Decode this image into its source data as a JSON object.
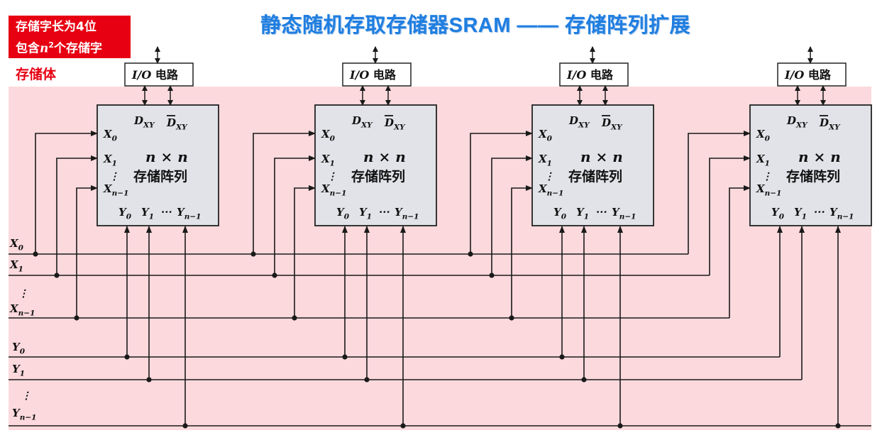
{
  "title": "静态随机存取存储器SRAM —— 存储阵列扩展",
  "note": {
    "line1": "存储字长为4位",
    "line2_prefix": "包含",
    "line2_var": "n",
    "line2_sup": "2",
    "line2_suffix": "个存储字"
  },
  "storage_body_label": "存储体",
  "io_box": {
    "label_italic": "I/O",
    "label_cjk": "电路"
  },
  "array_block": {
    "data_label": "D",
    "data_sub": "XY",
    "data_bar_label": "D",
    "size_label": "n × n",
    "name": "存储阵列",
    "x_inputs": [
      {
        "main": "X",
        "sub": "0"
      },
      {
        "main": "X",
        "sub": "1"
      },
      {
        "main": "X",
        "sub": "n−1"
      }
    ],
    "y_inputs": [
      {
        "main": "Y",
        "sub": "0"
      },
      {
        "main": "Y",
        "sub": "1"
      },
      {
        "main": "Y",
        "sub": "n−1"
      }
    ],
    "y_ellipsis": "···",
    "x_ellipsis": "⋮"
  },
  "block_count": 4,
  "bus_lines": {
    "x": [
      {
        "main": "X",
        "sub": "0"
      },
      {
        "main": "X",
        "sub": "1"
      },
      {
        "main": "X",
        "sub": "n−1"
      }
    ],
    "y": [
      {
        "main": "Y",
        "sub": "0"
      },
      {
        "main": "Y",
        "sub": "1"
      },
      {
        "main": "Y",
        "sub": "n−1"
      }
    ],
    "ellipsis": "⋮"
  },
  "colors": {
    "title": "#1f7ee0",
    "note_bg": "#e60012",
    "storage_bg": "#fcd9dd",
    "block_bg": "#e1e3e8",
    "wire": "#1a1a1a"
  }
}
